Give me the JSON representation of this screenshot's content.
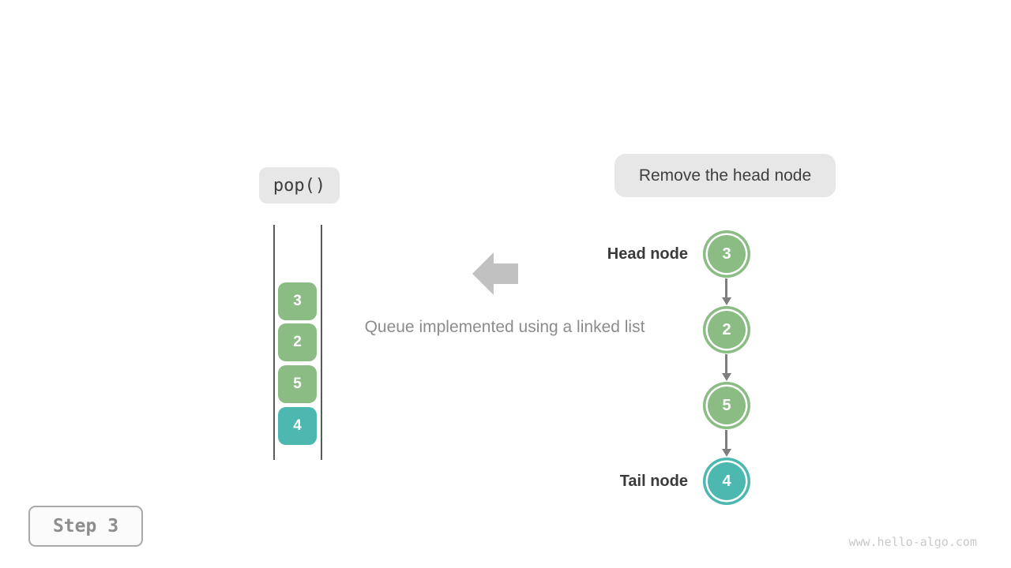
{
  "operation": {
    "label": "pop()"
  },
  "annotation": {
    "label": "Remove the head node"
  },
  "caption": "Queue implemented using a linked list",
  "step_label": "Step 3",
  "watermark": "www.hello-algo.com",
  "queue_stack": {
    "items": [
      {
        "value": "3",
        "color": "#8abc84"
      },
      {
        "value": "2",
        "color": "#8abc84"
      },
      {
        "value": "5",
        "color": "#8abc84"
      },
      {
        "value": "4",
        "color": "#4db8b0"
      }
    ]
  },
  "linked_list": {
    "head_label": "Head node",
    "tail_label": "Tail node",
    "nodes": [
      {
        "value": "3",
        "color": "#8abc84"
      },
      {
        "value": "2",
        "color": "#8abc84"
      },
      {
        "value": "5",
        "color": "#8abc84"
      },
      {
        "value": "4",
        "color": "#4db8b0"
      }
    ]
  },
  "colors": {
    "bubble_bg": "#e7e7e7",
    "big_arrow": "#c1c1c1",
    "connector": "#7e7e7e",
    "channel_line": "#5a5a5a",
    "node_ring_white": "#ffffff"
  }
}
